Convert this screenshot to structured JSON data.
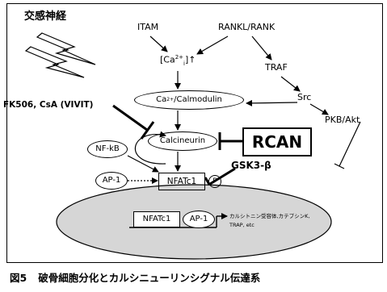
{
  "diagram": {
    "sympathetic_label": "交感神経",
    "lightning_icon": "lightning-bolt",
    "inputs": {
      "itam": "ITAM",
      "rankl": "RANKL/RANK"
    },
    "calcium": {
      "base": "[Ca",
      "sup": "2+",
      "sub": "i",
      "arrow": "]↑"
    },
    "traf": "TRAF",
    "src": "Src",
    "pkb": "PKB/Akt",
    "calmodulin": {
      "base": "Ca",
      "sup": "2+",
      "rest": "/Calmodulin"
    },
    "fk506": "FK506, CsA (VIVIT)",
    "calcineurin": "Calcineurin",
    "rcan": "RCAN",
    "nfkb": "NF-kB",
    "ap1_outside": "AP-1",
    "nfatc1": "NFATc1",
    "phospho": "P",
    "gsk3b": "GSK3-β",
    "nucleus": {
      "nfatc1": "NFATc1",
      "ap1": "AP-1",
      "targets_line1": "カルシトニン受容体,カテプシンK,",
      "targets_line2": "TRAP, etc"
    },
    "caption": {
      "number": "図5",
      "text": "破骨細胞分化とカルシニューリンシグナル伝達系"
    }
  }
}
